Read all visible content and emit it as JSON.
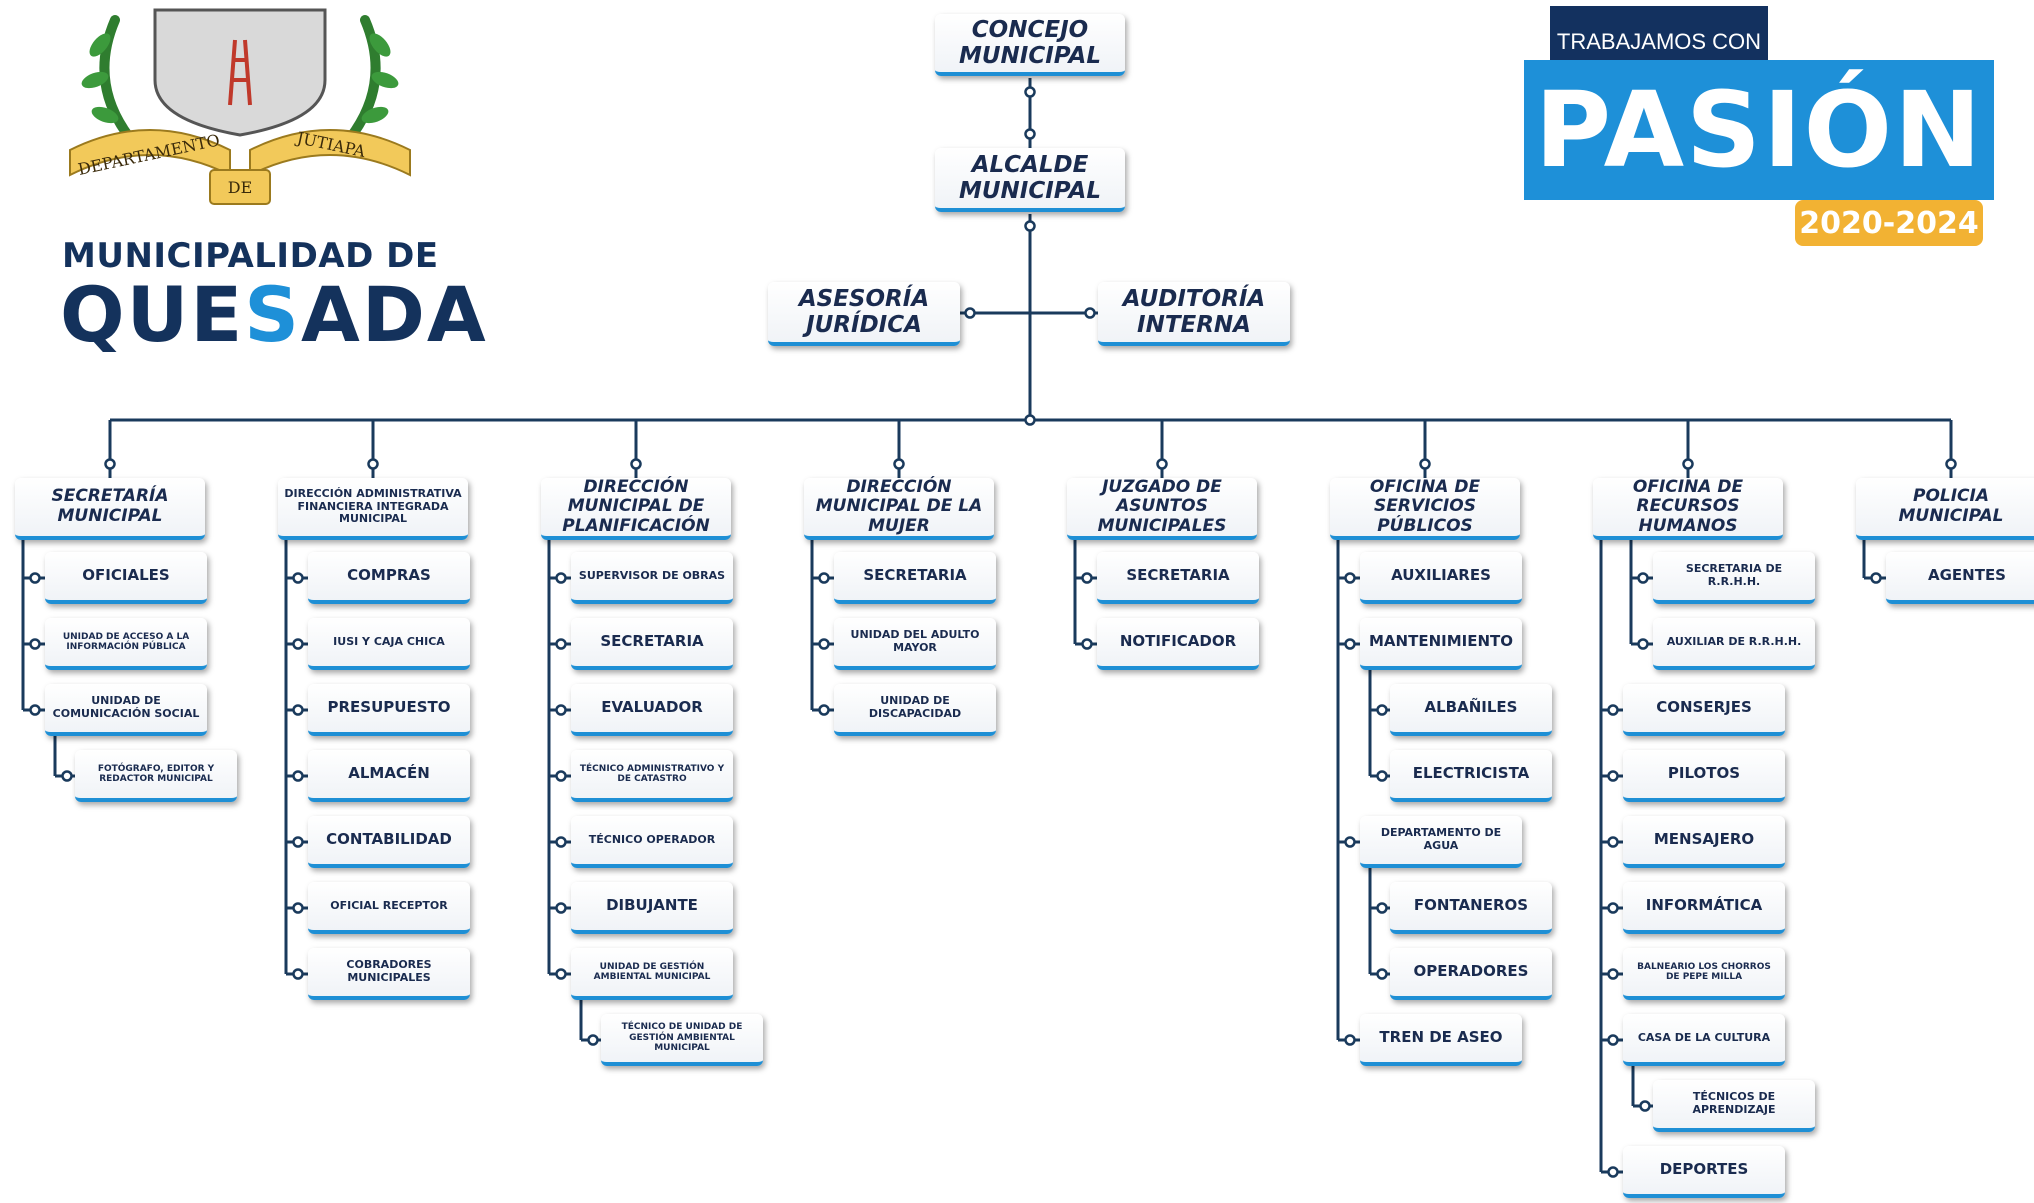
{
  "header": {
    "logo_texts": [
      "DEPARTAMENTO",
      "DE",
      "JUTIAPA"
    ],
    "title_line1": "MUNICIPALIDAD DE",
    "title_line2_a": "QUE",
    "title_line2_b": "S",
    "title_line2_c": "ADA"
  },
  "badge": {
    "top": "TRABAJAMOS CON",
    "main": "PASIÓN",
    "years": "2020-2024"
  },
  "colors": {
    "navy": "#14325c",
    "accent": "#1e90d8",
    "gold": "#f2b233",
    "line": "#1a3a5c"
  },
  "chart": {
    "concejo": "CONCEJO MUNICIPAL",
    "alcalde": "ALCALDE MUNICIPAL",
    "asesoria": "ASESORÍA JURÍDICA",
    "auditoria": "AUDITORÍA INTERNA",
    "departments": [
      {
        "name": "SECRETARÍA MUNICIPAL",
        "children": [
          {
            "label": "OFICIALES"
          },
          {
            "label": "UNIDAD DE ACCESO A LA INFORMACIÓN PÚBLICA"
          },
          {
            "label": "UNIDAD DE COMUNICACIÓN SOCIAL",
            "children": [
              {
                "label": "FOTÓGRAFO, EDITOR Y REDACTOR MUNICIPAL"
              }
            ]
          }
        ]
      },
      {
        "name": "DIRECCIÓN ADMINISTRATIVA FINANCIERA INTEGRADA MUNICIPAL",
        "children": [
          {
            "label": "COMPRAS"
          },
          {
            "label": "IUSI Y CAJA CHICA"
          },
          {
            "label": "PRESUPUESTO"
          },
          {
            "label": "ALMACÉN"
          },
          {
            "label": "CONTABILIDAD"
          },
          {
            "label": "OFICIAL RECEPTOR"
          },
          {
            "label": "COBRADORES MUNICIPALES"
          }
        ]
      },
      {
        "name": "DIRECCIÓN MUNICIPAL DE PLANIFICACIÓN",
        "children": [
          {
            "label": "SUPERVISOR DE OBRAS"
          },
          {
            "label": "SECRETARIA"
          },
          {
            "label": "EVALUADOR"
          },
          {
            "label": "TÉCNICO ADMINISTRATIVO Y DE CATASTRO"
          },
          {
            "label": "TÉCNICO OPERADOR"
          },
          {
            "label": "DIBUJANTE"
          },
          {
            "label": "UNIDAD DE GESTIÓN AMBIENTAL MUNICIPAL",
            "children": [
              {
                "label": "TÉCNICO DE UNIDAD DE GESTIÓN AMBIENTAL MUNICIPAL"
              }
            ]
          }
        ]
      },
      {
        "name": "DIRECCIÓN MUNICIPAL DE LA MUJER",
        "children": [
          {
            "label": "SECRETARIA"
          },
          {
            "label": "UNIDAD DEL ADULTO MAYOR"
          },
          {
            "label": "UNIDAD DE DISCAPACIDAD"
          }
        ]
      },
      {
        "name": "JUZGADO DE ASUNTOS MUNICIPALES",
        "children": [
          {
            "label": "SECRETARIA"
          },
          {
            "label": "NOTIFICADOR"
          }
        ]
      },
      {
        "name": "OFICINA DE SERVICIOS PÚBLICOS",
        "children": [
          {
            "label": "AUXILIARES"
          },
          {
            "label": "MANTENIMIENTO",
            "children": [
              {
                "label": "ALBAÑILES"
              },
              {
                "label": "ELECTRICISTA"
              }
            ]
          },
          {
            "label": "DEPARTAMENTO DE AGUA",
            "children": [
              {
                "label": "FONTANEROS"
              },
              {
                "label": "OPERADORES"
              }
            ]
          },
          {
            "label": "TREN DE ASEO"
          }
        ]
      },
      {
        "name": "OFICINA DE RECURSOS HUMANOS",
        "children": [
          {
            "label": "SECRETARIA DE R.R.H.H.",
            "indent": true
          },
          {
            "label": "AUXILIAR DE R.R.H.H.",
            "indent": true
          },
          {
            "label": "CONSERJES"
          },
          {
            "label": "PILOTOS"
          },
          {
            "label": "MENSAJERO"
          },
          {
            "label": "INFORMÁTICA"
          },
          {
            "label": "BALNEARIO LOS CHORROS DE PEPE MILLA"
          },
          {
            "label": "CASA DE LA CULTURA",
            "children": [
              {
                "label": "TÉCNICOS DE APRENDIZAJE"
              }
            ]
          },
          {
            "label": "DEPORTES"
          }
        ]
      },
      {
        "name": "POLICIA MUNICIPAL",
        "children": [
          {
            "label": "AGENTES"
          }
        ]
      }
    ]
  }
}
